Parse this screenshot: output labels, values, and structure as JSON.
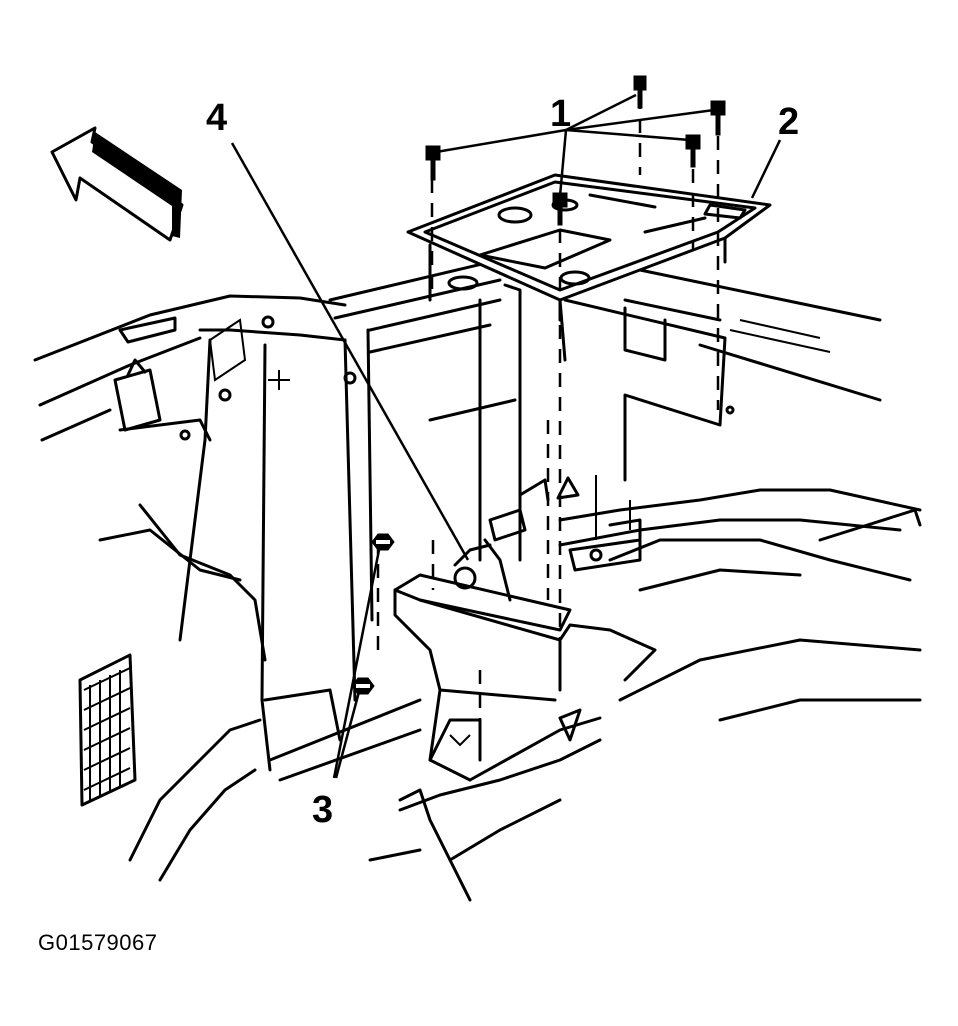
{
  "callouts": {
    "c1": "1",
    "c2": "2",
    "c3": "3",
    "c4": "4"
  },
  "figure_id": "G01579067",
  "icons": {
    "direction_arrow": "front-direction-arrow-icon",
    "bolt": "bolt-icon",
    "nut": "nut-icon"
  },
  "colors": {
    "ink": "#000000",
    "paper": "#ffffff"
  }
}
